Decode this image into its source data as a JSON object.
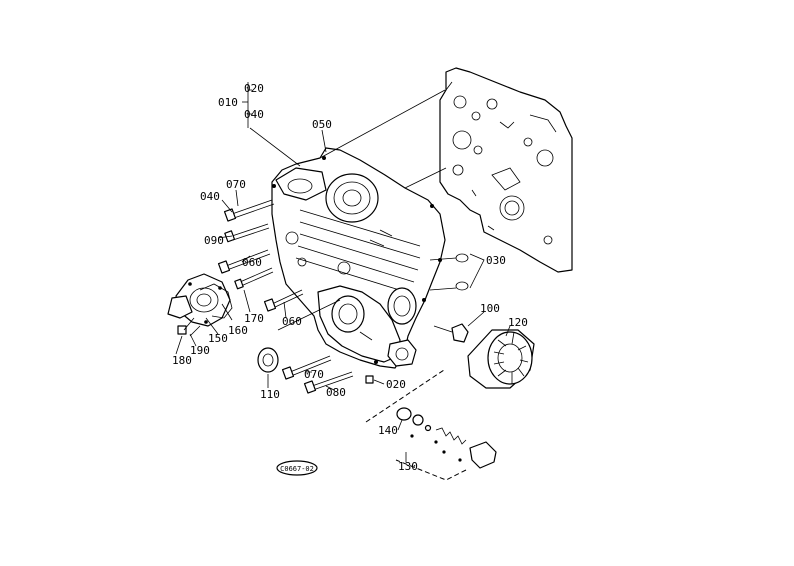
{
  "callouts": {
    "c010": "010",
    "c020a": "020",
    "c040a": "040",
    "c050": "050",
    "c070a": "070",
    "c040b": "040",
    "c090": "090",
    "c060a": "060",
    "c170": "170",
    "c060b": "060",
    "c160": "160",
    "c150": "150",
    "c190": "190",
    "c180": "180",
    "c030": "030",
    "c100": "100",
    "c120": "120",
    "c110": "110",
    "c070b": "070",
    "c080": "080",
    "c020b": "020",
    "c140": "140",
    "c130": "130"
  },
  "stamp": "C0667-02"
}
